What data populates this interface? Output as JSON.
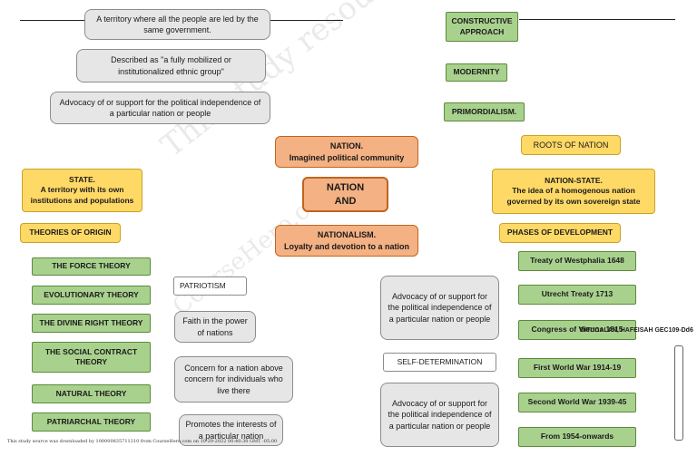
{
  "left_top": [
    "A territory where all the people are led by the same government.",
    "Described as \"a fully mobilized or institutionalized ethnic group\"",
    "Advocacy of or support for the political independence of a particular nation or people"
  ],
  "right_top": [
    "CONSTRUCTIVE APPROACH",
    "MODERNITY",
    "PRIMORDIALISM."
  ],
  "center": {
    "nation": "NATION.\nImagined political community",
    "middle": "NATION\nAND",
    "nationalism": "NATIONALISM.\nLoyalty and devotion to a nation"
  },
  "roots": "ROOTS OF NATION",
  "nation_state": "NATION-STATE.\nThe idea of a homogenous nation governed by its own sovereign state",
  "state": "STATE.\nA territory with its own institutions and populations",
  "theories_title": "THEORIES OF ORIGIN",
  "theories": [
    "THE FORCE THEORY",
    "EVOLUTIONARY THEORY",
    "THE DIVINE RIGHT THEORY",
    "THE SOCIAL CONTRACT THEORY",
    "NATURAL THEORY",
    "PATRIARCHAL THEORY"
  ],
  "patriotism": {
    "label": "PATRIOTISM",
    "items": [
      "Faith in the power of nations",
      "Concern for a nation above concern for individuals who live there",
      "Promotes the interests of a particular nation"
    ]
  },
  "self_determination": {
    "desc_top": "Advocacy of or support for the political independence of a particular nation or people",
    "label": "SELF-DETERMINATION",
    "desc_bottom": "Advocacy of or support for the political independence of a particular nation or people"
  },
  "phases_title": "PHASES OF DEVELOPMENT",
  "phases": [
    "Treaty of Westphalia 1648",
    "Utrecht Treaty 1713",
    "Congress of Vienna 1815",
    "First World War 1914-19",
    "Second World War 1939-45",
    "From 1954-onwards"
  ],
  "side_label": "DITUCALAN, HAFEISAH GEC109-Dd6",
  "watermark": "This study resource was shared via",
  "watermark2": "CourseHero.com",
  "footer": "This study source was downloaded by 100000835711210 from CourseHero.com on 10-29-2022 00:40:30 GMT -05:00"
}
